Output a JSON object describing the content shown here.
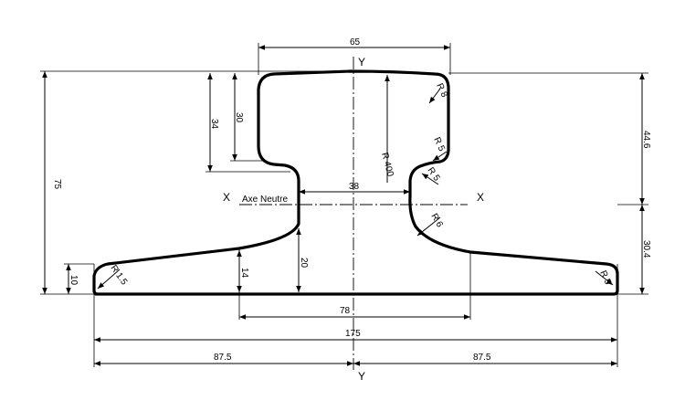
{
  "drawing": {
    "axis_labels": {
      "y_top": "Y",
      "y_bottom": "Y",
      "x_left": "X",
      "x_right": "X",
      "neutral_axis": "Axe Neutre"
    },
    "dimensions": {
      "head_width": "65",
      "web_width": "38",
      "base_half_width": "78",
      "base_width": "175",
      "half_left": "87.5",
      "half_right": "87.5",
      "total_height": "75",
      "head_depth_34": "34",
      "head_depth_30": "30",
      "upper_height": "44.6",
      "lower_height": "30.4",
      "foot_edge": "10",
      "foot_14": "14",
      "web_20": "20"
    },
    "radii": {
      "head_corner": "R 8",
      "head_under": "R 5",
      "head_top": "R 400",
      "web_top": "R 5",
      "web_bottom": "R 6",
      "foot_left": "R 1.5",
      "foot_right": "R 5"
    }
  }
}
